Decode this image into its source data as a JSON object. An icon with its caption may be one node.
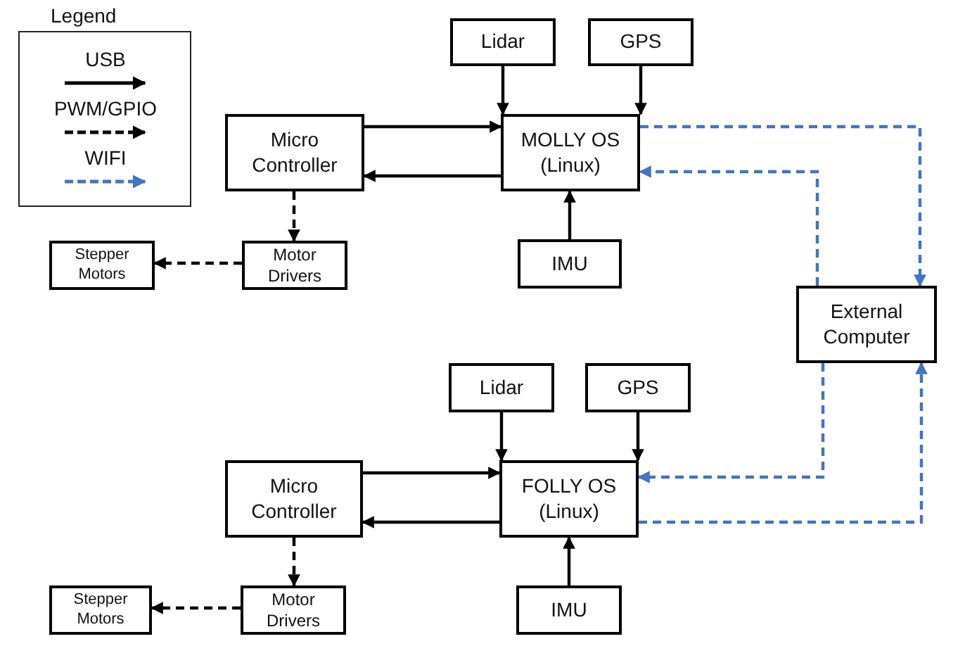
{
  "diagram": {
    "nodes": [
      {
        "text": [
          "Lidar"
        ]
      },
      {
        "text": [
          "GPS"
        ]
      },
      {
        "text": [
          "Micro Controller"
        ]
      },
      {
        "text": [
          "MOLLY OS (Linux)"
        ]
      },
      {
        "text": [
          "Motor Drivers"
        ]
      },
      {
        "text": [
          "Stepper Motors"
        ]
      },
      {
        "text": [
          "IMU"
        ]
      },
      {
        "text": [
          "External Computer"
        ]
      },
      {
        "text": [
          "Lidar"
        ]
      },
      {
        "text": [
          "GPS"
        ]
      },
      {
        "text": [
          "Micro Controller"
        ]
      },
      {
        "text": [
          "FOLLY OS (Linux)"
        ]
      },
      {
        "text": [
          "Motor Drivers"
        ]
      },
      {
        "text": [
          "Stepper Motors"
        ]
      },
      {
        "text": [
          "IMU"
        ]
      }
    ],
    "edges": [
      {
        "from": 0,
        "to": 3,
        "arrow": "to"
      },
      {
        "from": 1,
        "to": 3,
        "arrow": "to"
      },
      {
        "from": 2,
        "to": 3,
        "arrow": "to"
      },
      {
        "from": 3,
        "to": 2,
        "arrow": "to"
      },
      {
        "from": 2,
        "to": 4,
        "arrow": "to",
        "style": "dashed"
      },
      {
        "from": 4,
        "to": 5,
        "arrow": "to",
        "style": "dashed"
      },
      {
        "from": 6,
        "to": 3,
        "arrow": "to"
      },
      {
        "from": 3,
        "to": 7,
        "arrow": "to",
        "style": "dashed",
        "color": "#4472c4"
      },
      {
        "from": 7,
        "to": 3,
        "arrow": "to",
        "style": "dashed",
        "color": "#4472c4"
      },
      {
        "from": 8,
        "to": 11,
        "arrow": "to"
      },
      {
        "from": 9,
        "to": 11,
        "arrow": "to"
      },
      {
        "from": 10,
        "to": 11,
        "arrow": "to"
      },
      {
        "from": 11,
        "to": 10,
        "arrow": "to"
      },
      {
        "from": 10,
        "to": 12,
        "arrow": "to",
        "style": "dashed"
      },
      {
        "from": 12,
        "to": 13,
        "arrow": "to",
        "style": "dashed"
      },
      {
        "from": 14,
        "to": 11,
        "arrow": "to"
      },
      {
        "from": 7,
        "to": 11,
        "arrow": "to",
        "style": "dashed",
        "color": "#4472c4"
      },
      {
        "from": 11,
        "to": 7,
        "arrow": "to",
        "style": "dashed",
        "color": "#4472c4"
      }
    ],
    "labels": [
      "Legend"
    ],
    "legend": [
      {
        "text": "USB"
      },
      {
        "text": "PWM/GPIO"
      },
      {
        "text": "WIFI"
      }
    ]
  }
}
